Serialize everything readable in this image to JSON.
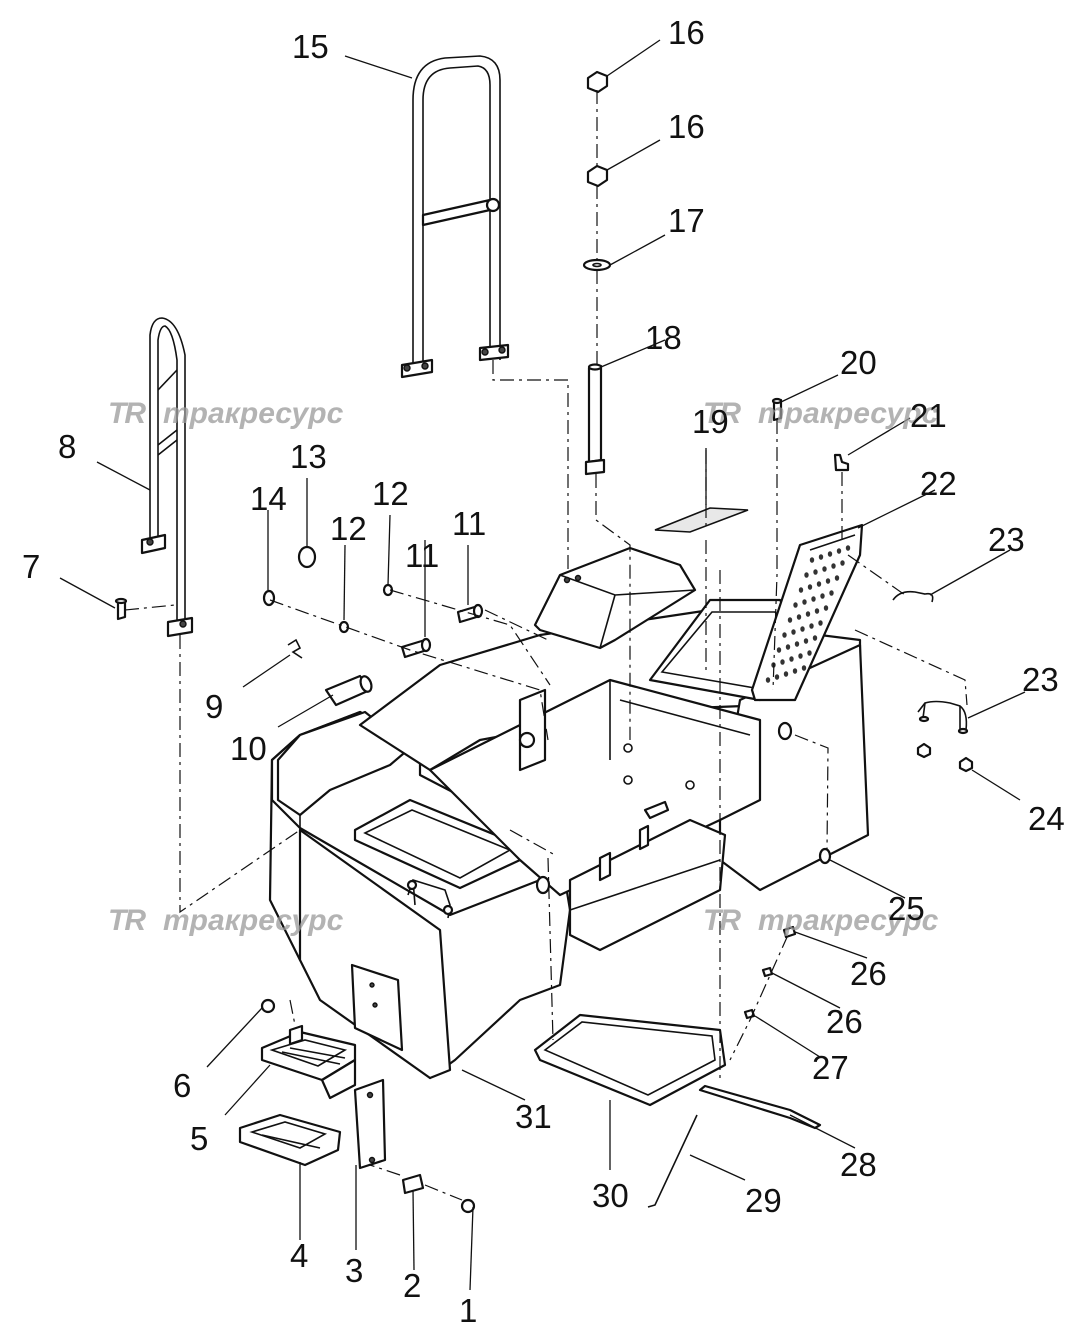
{
  "watermark": {
    "logo": "TR",
    "text": "тракресурс"
  },
  "callouts": {
    "c1": "1",
    "c2": "2",
    "c3": "3",
    "c4": "4",
    "c5": "5",
    "c6": "6",
    "c7": "7",
    "c8": "8",
    "c9": "9",
    "c10": "10",
    "c11a": "11",
    "c11b": "11",
    "c12a": "12",
    "c12b": "12",
    "c13": "13",
    "c14": "14",
    "c15": "15",
    "c16a": "16",
    "c16b": "16",
    "c17": "17",
    "c18": "18",
    "c19": "19",
    "c20": "20",
    "c21": "21",
    "c22": "22",
    "c23a": "23",
    "c23b": "23",
    "c24": "24",
    "c25": "25",
    "c26a": "26",
    "c26b": "26",
    "c27": "27",
    "c28": "28",
    "c29": "29",
    "c30": "30",
    "c31": "31"
  }
}
